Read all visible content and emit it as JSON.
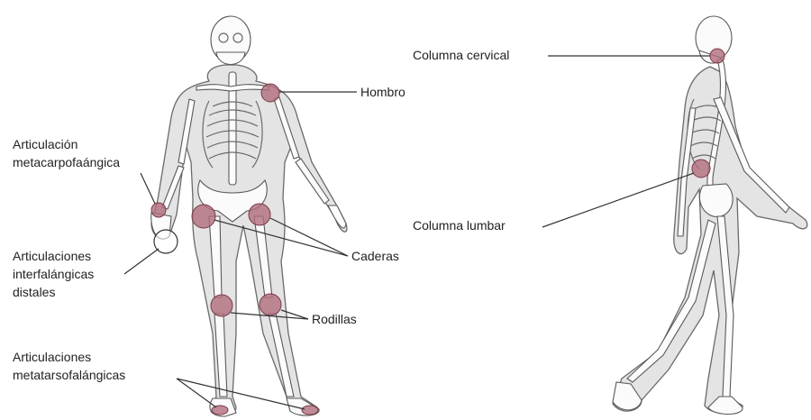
{
  "labels": {
    "articulacion_line1": "Articulación",
    "articulacion_line2": "metacarpofaángica",
    "interfalangicas_line1": "Articulaciones",
    "interfalangicas_line2": "interfalángicas",
    "interfalangicas_line3": "distales",
    "metatarso_line1": "Articulaciones",
    "metatarso_line2": "metatarsofalángicas",
    "hombro": "Hombro",
    "caderas": "Caderas",
    "rodillas": "Rodillas",
    "columna_cervical": "Columna cervical",
    "columna_lumbar": "Columna lumbar"
  },
  "colors": {
    "joint": "#b06a7a",
    "body": "#e4e4e4",
    "bone": "#fbfbfb",
    "leader": "#333333"
  }
}
